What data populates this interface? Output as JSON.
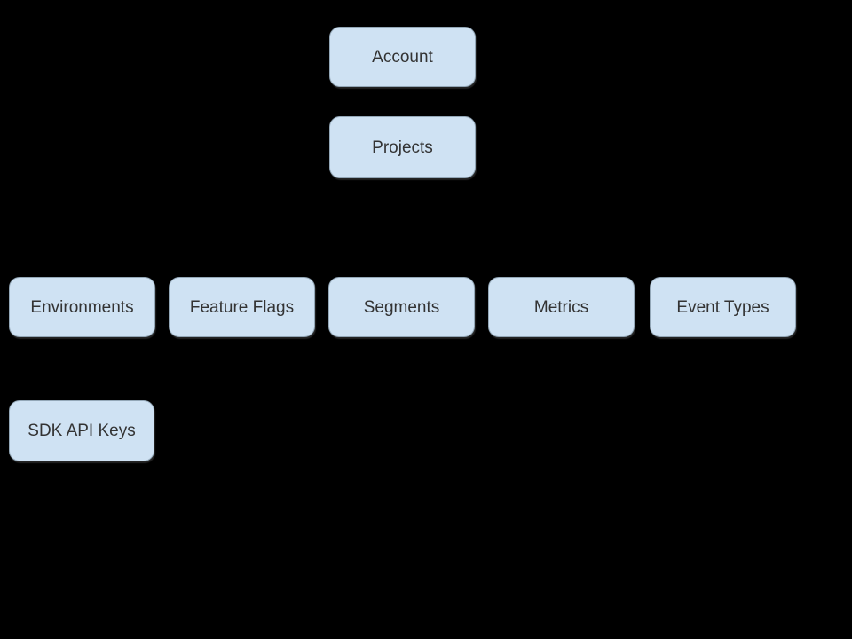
{
  "diagram": {
    "type": "hierarchy",
    "colors": {
      "background": "#000000",
      "node_fill": "#cfe2f3",
      "node_border": "#93a7b7",
      "node_text": "#333333"
    },
    "nodes": [
      {
        "id": "account",
        "label": "Account",
        "level": 1
      },
      {
        "id": "projects",
        "label": "Projects",
        "level": 2
      },
      {
        "id": "environments",
        "label": "Environments",
        "level": 3
      },
      {
        "id": "feature-flags",
        "label": "Feature Flags",
        "level": 3
      },
      {
        "id": "segments",
        "label": "Segments",
        "level": 3
      },
      {
        "id": "metrics",
        "label": "Metrics",
        "level": 3
      },
      {
        "id": "event-types",
        "label": "Event Types",
        "level": 3
      },
      {
        "id": "sdk-api-keys",
        "label": "SDK API Keys",
        "level": 4
      }
    ]
  }
}
